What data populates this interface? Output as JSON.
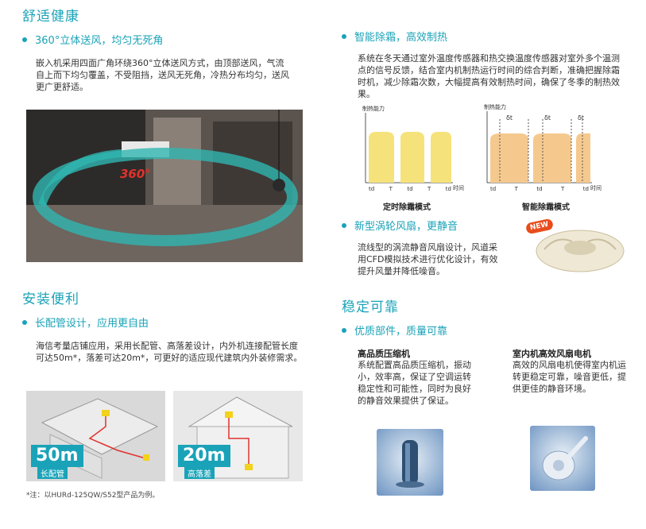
{
  "left": {
    "section1": {
      "title": "舒适健康",
      "subtitle": "360°立体送风，均匀无死角",
      "body": "嵌入机采用四面广角环绕360°立体送风方式，由顶部送风，气流自上而下均匀覆盖，不受阻挡，送风无死角，冷热分布均匀，送风更广更舒适。",
      "photo_badge": "360°"
    },
    "section2": {
      "title": "安装便利",
      "subtitle": "长配管设计，应用更自由",
      "body": "海信考量店铺应用，采用长配管、高落差设计，内外机连接配管长度可达50m*，落差可达20m*，可更好的适应现代建筑内外装修需求。",
      "img1_big": "50m",
      "img1_label": "长配管",
      "img2_big": "20m",
      "img2_label": "高落差",
      "note": "*注：以HURd-125QW/S52型产品为例。"
    }
  },
  "right": {
    "section1": {
      "subtitle": "智能除霜，高效制热",
      "body": "系统在冬天通过室外温度传感器和热交换温度传感器对室外多个温测点的信号反馈，结合室内机制热运行时间的综合判断，准确把握除霜时机，减少除霜次数，大幅提高有效制热时间，确保了冬季的制热效果。",
      "chart_left": {
        "ylabel": "制热能力",
        "xlabel": "时间",
        "ticks": [
          "td",
          "T",
          "td",
          "T",
          "td"
        ],
        "caption": "定时除霜模式"
      },
      "chart_right": {
        "ylabel": "制热能力",
        "xlabel": "时间",
        "ticks": [
          "td",
          "T",
          "td",
          "T",
          "td"
        ],
        "delta_label": "δt",
        "caption": "智能除霜模式"
      }
    },
    "section2": {
      "subtitle": "新型涡轮风扇，更静音",
      "body": "流线型的涡流静音风扇设计，风道采用CFD模拟技术进行优化设计，有效提升风量并降低噪音。",
      "badge": "NEW"
    },
    "section3": {
      "title": "稳定可靠",
      "subtitle": "优质部件，质量可靠",
      "col1_title": "高品质压缩机",
      "col1_body": "系统配置高品质压缩机，振动小，效率高，保证了空调运转稳定性和可能性，同时为良好的静音效果提供了保证。",
      "col2_title": "室内机高效风扇电机",
      "col2_body": "高效的风扇电机使得室内机运转更稳定可靠，噪音更低，提供更佳的静音环境。"
    }
  },
  "colors": {
    "accent": "#1aa3b8",
    "chart_fill": "#f6e27a",
    "chart_fill_smart": "#f5c98e"
  }
}
